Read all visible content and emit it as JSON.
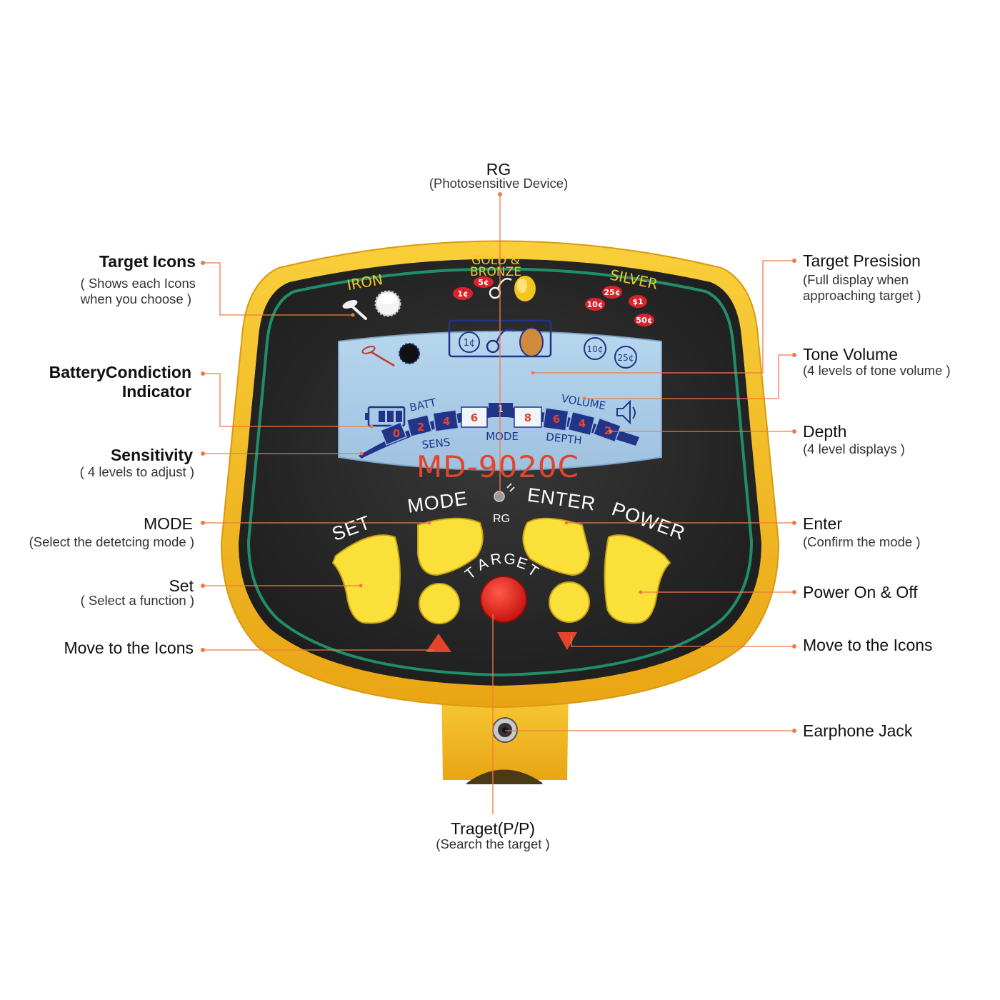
{
  "device": {
    "model": "MD-9020C",
    "categories": {
      "iron": "IRON",
      "gold_line1": "GOLD &",
      "gold_line2": "BRONZE",
      "silver": "SILVER"
    },
    "coins": {
      "c1": "1¢",
      "c5": "5¢",
      "c10": "10¢",
      "c25": "25¢",
      "d1": "$1",
      "c50": "50¢"
    },
    "lcd": {
      "coin_1": "1¢",
      "coin_10": "10¢",
      "coin_25": "25¢",
      "batt": "BATT",
      "volume": "VOLUME",
      "sens": "SENS",
      "mode": "MODE",
      "depth": "DEPTH",
      "seg_0": "0",
      "seg_2": "2",
      "seg_4": "4",
      "seg_6": "6",
      "seg_1": "1",
      "seg_8": "8",
      "seg_6b": "6",
      "seg_4b": "4",
      "seg_2b": "2"
    },
    "buttons": {
      "set": "SET",
      "mode": "MODE",
      "enter": "ENTER",
      "power": "POWER",
      "target": "TARGET",
      "rg": "RG"
    }
  },
  "callouts": {
    "rg": {
      "title": "RG",
      "sub": "(Photosensitive Device)"
    },
    "target_icons": {
      "title": "Target Icons",
      "sub1": "( Shows each Icons",
      "sub2": "when you choose )"
    },
    "battery": {
      "title1": "BatteryCondiction",
      "title2": "Indicator"
    },
    "sensitivity": {
      "title": "Sensitivity",
      "sub": "( 4 levels to adjust )"
    },
    "mode": {
      "title": "MODE",
      "sub": "(Select the detetcing mode )"
    },
    "set": {
      "title": "Set",
      "sub": "( Select a function )"
    },
    "move_left": {
      "title": "Move to the Icons"
    },
    "target_precision": {
      "title": "Target Presision",
      "sub1": "(Full display when",
      "sub2": "approaching target  )"
    },
    "tone_volume": {
      "title": "Tone Volume",
      "sub": "(4 levels of tone volume )"
    },
    "depth": {
      "title": "Depth",
      "sub": "(4 level displays )"
    },
    "enter": {
      "title": "Enter",
      "sub": "(Confirm the mode  )"
    },
    "power": {
      "title": "Power On & Off"
    },
    "move_right": {
      "title": "Move to the Icons"
    },
    "earphone": {
      "title": "Earphone Jack"
    },
    "target_pp": {
      "title": "Traget(P/P)",
      "sub": "(Search the target )"
    }
  },
  "colors": {
    "body_yellow": "#f6c21e",
    "panel_dark": "#2a2a2a",
    "panel_ring": "#1f8f6a",
    "lcd_blue": "#a9cbe6",
    "lcd_ink": "#22338a",
    "target_red": "#e32420",
    "button_yellow": "#fbe03a",
    "leader_orange": "#f07a45",
    "coin_red": "#d9232a",
    "model_red": "#e2452c"
  }
}
